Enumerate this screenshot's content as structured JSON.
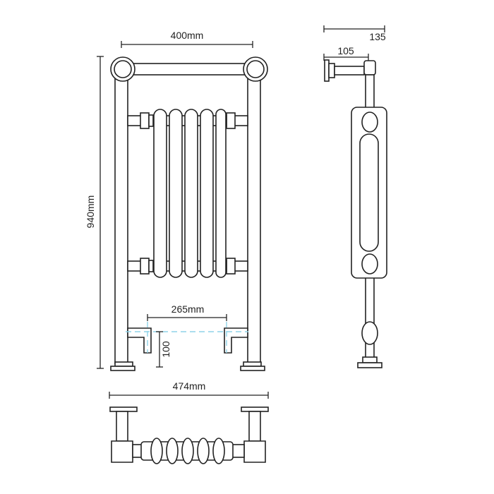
{
  "title": "Radiator dimensions diagram",
  "dimensions": {
    "front_width": "400mm",
    "front_height": "940mm",
    "pipe_centres": "265mm",
    "pipe_height": "100",
    "side_depth_total": "135",
    "side_depth_wall": "105",
    "plan_width": "474mm"
  },
  "colors": {
    "line": "#222222",
    "guide": "#8fd3e8"
  }
}
